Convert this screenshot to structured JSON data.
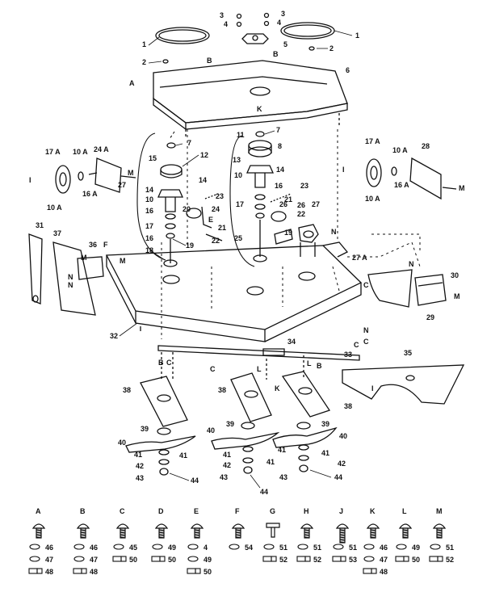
{
  "callouts": {
    "c1a": "1",
    "c1b": "1",
    "c2a": "2",
    "c2b": "2",
    "c3a": "3",
    "c3b": "3",
    "c4a": "4",
    "c4b": "4",
    "c5": "5",
    "c6": "6",
    "cBa": "B",
    "cBb": "B",
    "cA": "A",
    "cK1": "K",
    "c7a": "7",
    "c7b": "7",
    "c8": "8",
    "c11": "11",
    "c12": "12",
    "c13": "13",
    "c15": "15",
    "c14a": "14",
    "c14b": "14",
    "c14c": "14",
    "c17Aa": "17 A",
    "c10Aa": "10 A",
    "c24Aa": "24 A",
    "cMa": "M",
    "c16Aa": "16 A",
    "c10Ab": "10 A",
    "cIa": "I",
    "c17Ab": "17 A",
    "c10Ac": "10 A",
    "c28": "28",
    "cIb": "I",
    "c16Ab": "16 A",
    "cMb": "M",
    "c10Ad": "10 A",
    "c27a": "27",
    "c10a": "10",
    "c10b": "10",
    "c16a": "16",
    "c16b": "16",
    "c16c": "16",
    "c23a": "23",
    "c23b": "23",
    "c20": "20",
    "c24": "24",
    "c21a": "21",
    "c21b": "21",
    "c17a": "17",
    "c17b": "17",
    "c22a": "22",
    "c22b": "22",
    "c26a": "26",
    "c26b": "26",
    "c27b": "27",
    "c18": "18",
    "c19a": "19",
    "c19b": "19",
    "c25": "25",
    "c31": "31",
    "c37": "37",
    "c36": "36",
    "cF1": "F",
    "cMc": "M",
    "cN1": "N",
    "cN2": "N",
    "cMd": "M",
    "c27A": "27 A",
    "cN3": "N",
    "cN4": "N",
    "c30": "30",
    "cMe": "M",
    "c29": "29",
    "cC1": "C",
    "c32": "32",
    "c34": "34",
    "c33": "33",
    "cC2": "C",
    "cC3": "C",
    "cN5": "N",
    "cL1": "L",
    "cB3": "B",
    "cB4": "B",
    "cC4": "C",
    "cC5": "C",
    "c35": "35",
    "cI2": "I",
    "c38a": "38",
    "c38b": "38",
    "c38c": "38",
    "cK2": "K",
    "c39a": "39",
    "c39b": "39",
    "c39c": "39",
    "c40a": "40",
    "c40b": "40",
    "c40c": "40",
    "c41a": "41",
    "c41b": "41",
    "c41c": "41",
    "c41d": "41",
    "c41e": "41",
    "c41f": "41",
    "c42a": "42",
    "c42b": "42",
    "c42c": "42",
    "c43a": "43",
    "c43b": "43",
    "c43c": "43",
    "c44a": "44",
    "c44b": "44",
    "c44c": "44",
    "cLg": "L",
    "cEg": "E"
  },
  "hardware_groups": [
    {
      "letter": "A",
      "parts": [
        "46",
        "47",
        "48"
      ]
    },
    {
      "letter": "B",
      "parts": [
        "46",
        "47",
        "48"
      ]
    },
    {
      "letter": "C",
      "parts": [
        "45",
        "50"
      ]
    },
    {
      "letter": "D",
      "parts": [
        "49",
        "50"
      ]
    },
    {
      "letter": "E",
      "parts": [
        "4",
        "49",
        "50"
      ]
    },
    {
      "letter": "F",
      "parts": [
        "54"
      ]
    },
    {
      "letter": "G",
      "parts": [
        "51",
        "52"
      ]
    },
    {
      "letter": "H",
      "parts": [
        "51",
        "52"
      ]
    },
    {
      "letter": "J",
      "parts": [
        "51",
        "53"
      ]
    },
    {
      "letter": "K",
      "parts": [
        "46",
        "47",
        "48"
      ]
    },
    {
      "letter": "L",
      "parts": [
        "49",
        "50"
      ]
    },
    {
      "letter": "M",
      "parts": [
        "51",
        "52"
      ]
    }
  ]
}
